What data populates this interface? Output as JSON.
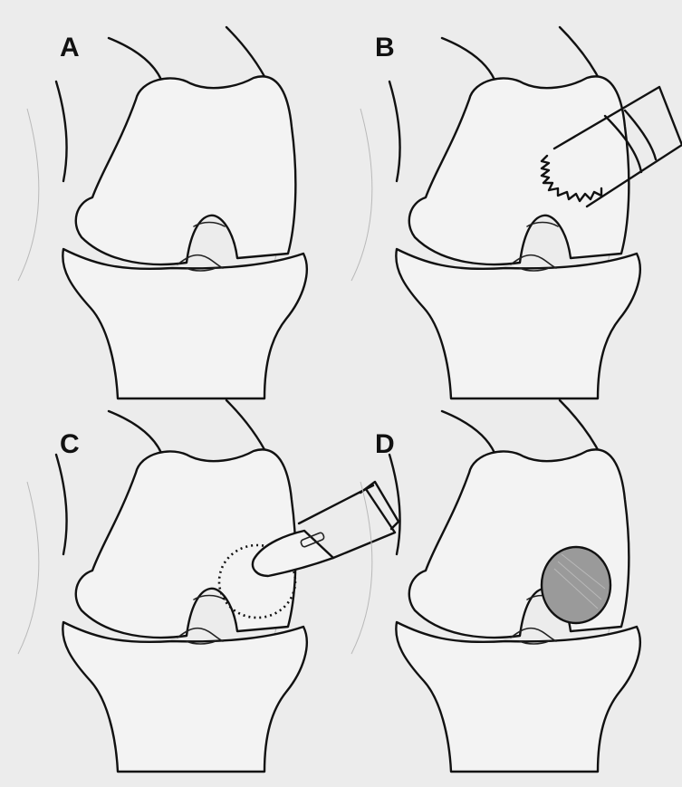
{
  "figure": {
    "background": "#ececec",
    "ink_color": "#111111",
    "lesion_fill": "#9a9a9a"
  },
  "panels": [
    {
      "id": "A",
      "label": "A",
      "tool": "none"
    },
    {
      "id": "B",
      "label": "B",
      "tool": "curette-icon"
    },
    {
      "id": "C",
      "label": "C",
      "tool": "scalpel-icon"
    },
    {
      "id": "D",
      "label": "D",
      "tool": "none"
    }
  ]
}
